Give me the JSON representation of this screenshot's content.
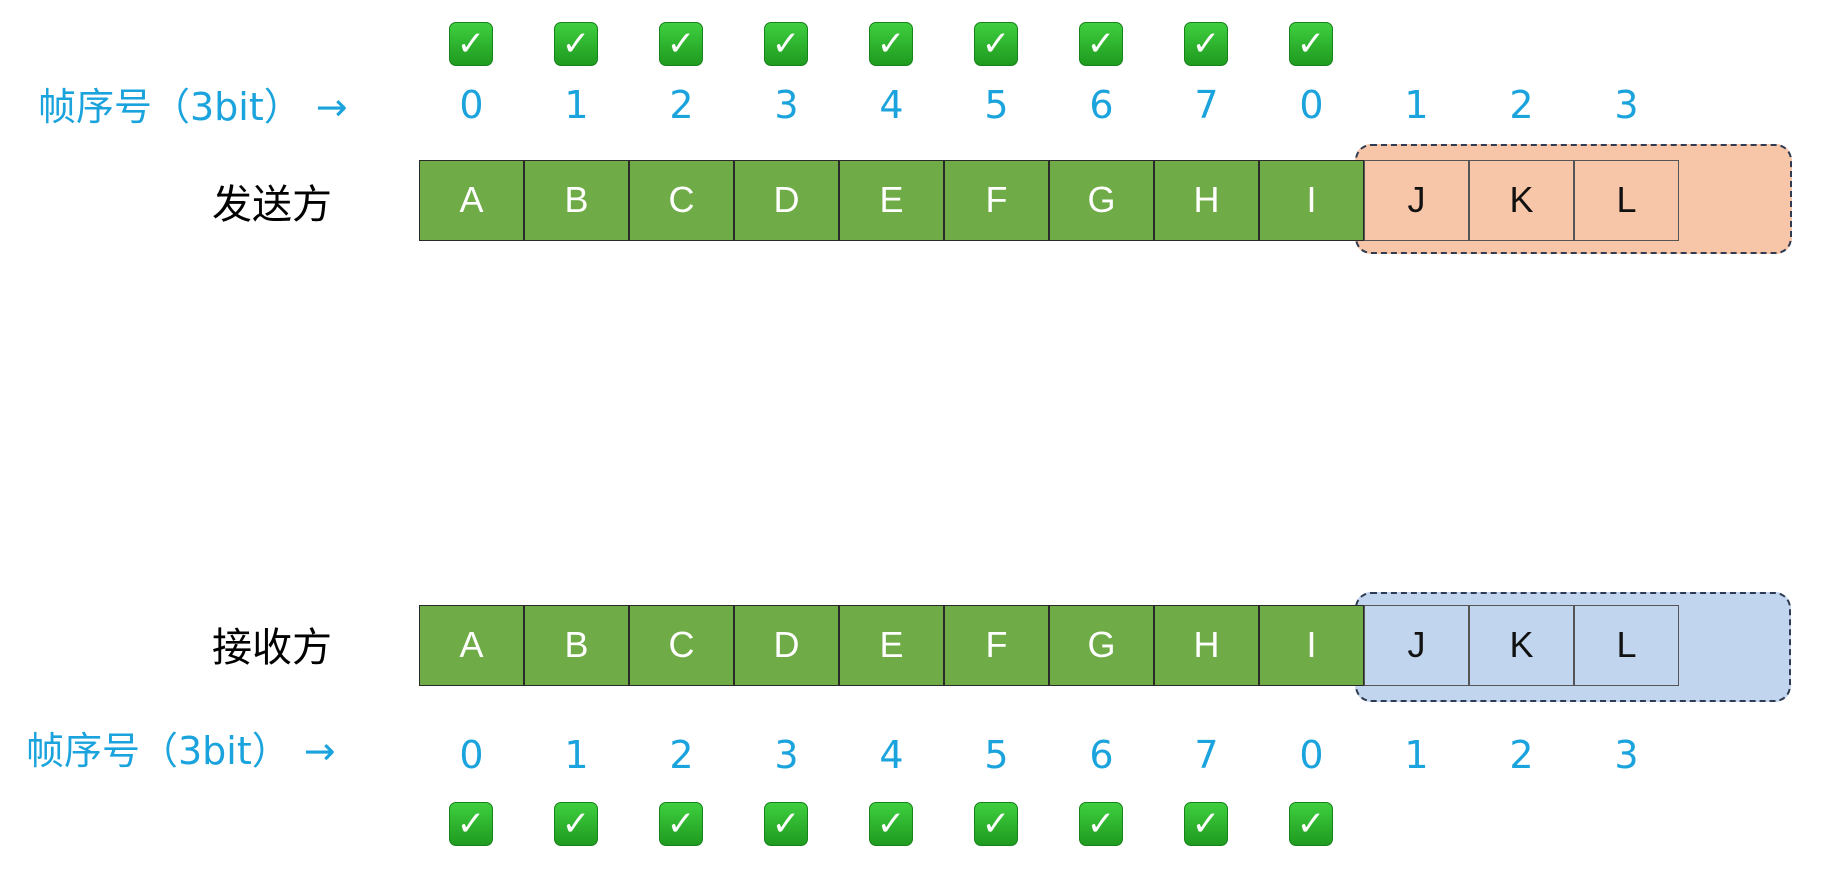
{
  "sender": {
    "label": "发送方",
    "seq_label": "帧序号（3bit）",
    "arrow": "→",
    "acked_frames": [
      "A",
      "B",
      "C",
      "D",
      "E",
      "F",
      "G",
      "H",
      "I"
    ],
    "window_frames": [
      "J",
      "K",
      "L"
    ],
    "seq_numbers": [
      "0",
      "1",
      "2",
      "3",
      "4",
      "5",
      "6",
      "7",
      "0",
      "1",
      "2",
      "3"
    ],
    "checks": [
      "✓",
      "✓",
      "✓",
      "✓",
      "✓",
      "✓",
      "✓",
      "✓",
      "✓"
    ],
    "window_color": "#f7c6a8"
  },
  "receiver": {
    "label": "接收方",
    "seq_label": "帧序号（3bit）",
    "arrow": "→",
    "acked_frames": [
      "A",
      "B",
      "C",
      "D",
      "E",
      "F",
      "G",
      "H",
      "I"
    ],
    "window_frames": [
      "J",
      "K",
      "L"
    ],
    "seq_numbers": [
      "0",
      "1",
      "2",
      "3",
      "4",
      "5",
      "6",
      "7",
      "0",
      "1",
      "2",
      "3"
    ],
    "checks": [
      "✓",
      "✓",
      "✓",
      "✓",
      "✓",
      "✓",
      "✓",
      "✓",
      "✓"
    ],
    "window_color": "#c1d6ee"
  },
  "colors": {
    "acked_frame": "#6fab46",
    "seq_text": "#1aa3dc",
    "check_bg": "#2fb82f"
  }
}
